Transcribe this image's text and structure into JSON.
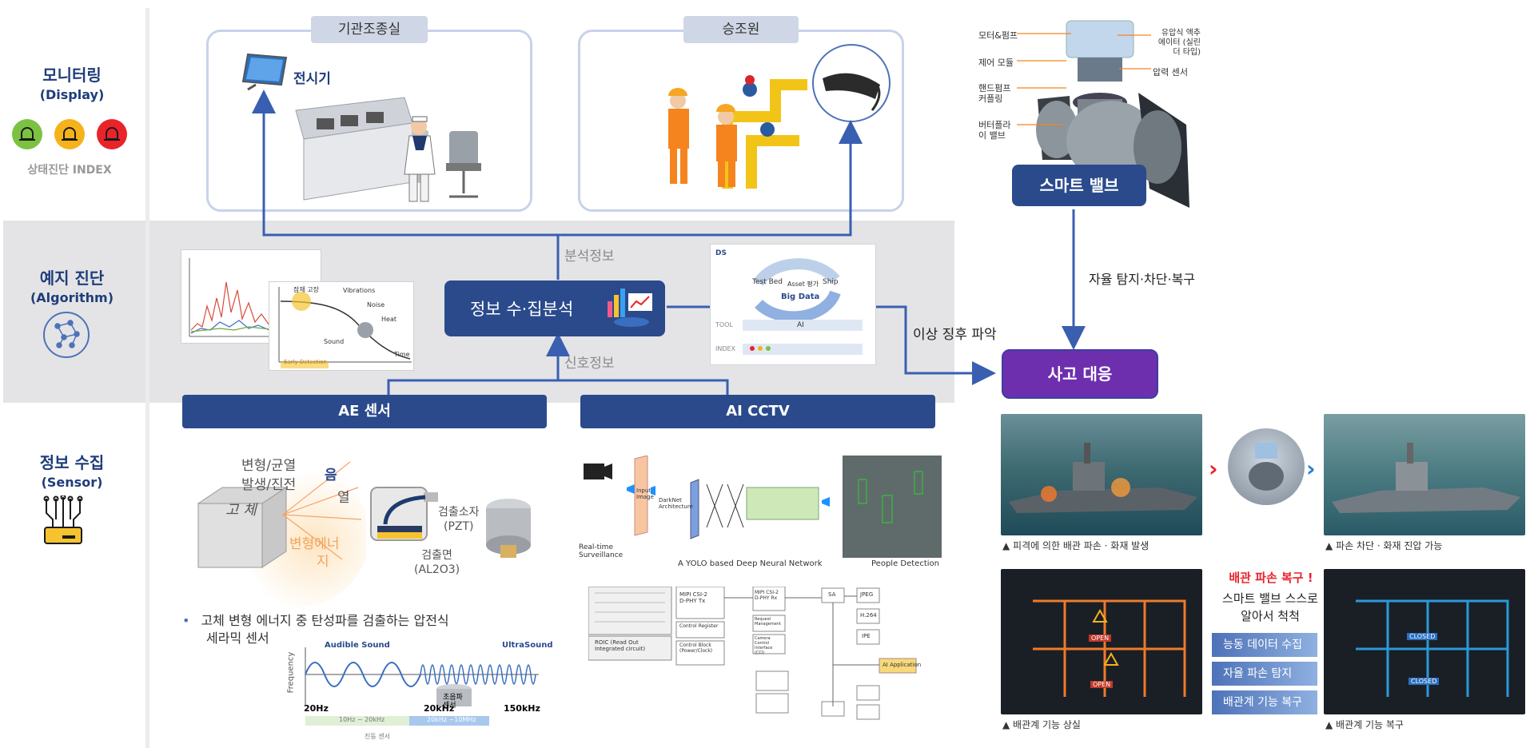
{
  "rows": {
    "monitoring": {
      "ko": "모니터링",
      "en": "(Display)",
      "index_label": "상태진단 INDEX"
    },
    "diagnosis": {
      "ko": "예지 진단",
      "en": "(Algorithm)"
    },
    "collection": {
      "ko": "정보 수집",
      "en": "(Sensor)"
    }
  },
  "monitoring_panels": {
    "control_room_tab": "기관조종실",
    "display_label": "전시기",
    "crew_tab": "승조원"
  },
  "diagnosis": {
    "center_box": "정보 수·집분석",
    "analysis_info": "분석정보",
    "signal_info": "신호정보",
    "abnormal": "이상 징후 파악",
    "bigdata": {
      "ds": "DS",
      "testbed": "Test Bed",
      "asset": "Asset 평가",
      "ship": "Ship",
      "big_data": "Big Data",
      "tool": "TOOL",
      "ai": "AI",
      "index": "INDEX"
    },
    "curve_labels": {
      "onset": "잠재 고장",
      "detection": "Early Detection",
      "time": "Time",
      "vibration": "Vibrations",
      "noise": "Noise",
      "heat": "Heat",
      "sound": "Sound"
    }
  },
  "sensors": {
    "ae": "AE 센서",
    "cctv": "AI CCTV"
  },
  "ae_detail": {
    "deform": "변형/균열",
    "occur": "발생/진전",
    "sound": "음",
    "heat": "열",
    "solid": "고 체",
    "energy_line1": "변형에너",
    "energy_line2": "지",
    "detect_elem": "검출소자",
    "pzt": "(PZT)",
    "detect_face": "검출면",
    "al2o3": "(AL2O3)",
    "bullet": "•",
    "desc_line1": "고체 변형 에너지 중 탄성파를 검출하는 압전식",
    "desc_line2": "세라믹 센서",
    "audible": "Audible Sound",
    "ultra": "UltraSound",
    "freq": "Frequency",
    "f20hz": "20Hz",
    "f20khz": "20kHz",
    "f150khz": "150kHz",
    "range_low": "10Hz ~ 20kHz",
    "range_high": "20kHz ~10MHz",
    "ultra_sensor": "초음파 센서",
    "vib_sensor": "진동 센서"
  },
  "cctv_detail": {
    "realtime": "Real-time Surveillance",
    "yolo": "A YOLO based Deep Neural Network",
    "people": "People Detection",
    "input": "Input Image",
    "darknet": "DarkNet Architecture",
    "ai_app": "AI Application",
    "roic": "ROIC (Read Out Integrated circuit)",
    "control_reg": "Control Register",
    "control_block": "Control Block (Power/Clock)",
    "ccc": "Camera Control Interface (CCI)",
    "req": "Request Management",
    "mipi_tx": "MIPI CSI-2 D-PHY Tx",
    "mipi_rx": "MIPI CSI-2 D-PHY Rx",
    "jpeg": "JPEG",
    "h264": "H.264",
    "ipe": "IPE",
    "sa": "SA"
  },
  "valve": {
    "labels": [
      "모터&펌프",
      "제어 모듈",
      "핸드펌프 커플링",
      "버터플라이 밸브"
    ],
    "right_labels": [
      "유압식 액추에이터 (실린더 타입)",
      "압력 센서"
    ],
    "title": "스마트 밸브",
    "auto": "자율 탐지·차단·복구"
  },
  "response": {
    "title": "사고 대응",
    "cap1": "▲ 피격에 의한 배관 파손 · 화재 발생",
    "cap2": "▲ 파손 차단 · 화재 진압 가능",
    "cap3": "▲ 배관계 기능 상실",
    "cap4": "▲ 배관계 기능 복구",
    "restore_title": "배관 파손 복구 !",
    "restore_sub1": "스마트 밸브 스스로",
    "restore_sub2": "알아서 척척",
    "pills": [
      "능동 데이터 수집",
      "자율 파손 탐지",
      "배관계 기능 복구"
    ],
    "open": "OPEN",
    "closed": "CLOSED"
  },
  "colors": {
    "navy": "#2a4a8c",
    "purple": "#6e2fae",
    "arrow": "#3a5fb0",
    "red": "#e8242a",
    "blue": "#2a7ad8"
  }
}
